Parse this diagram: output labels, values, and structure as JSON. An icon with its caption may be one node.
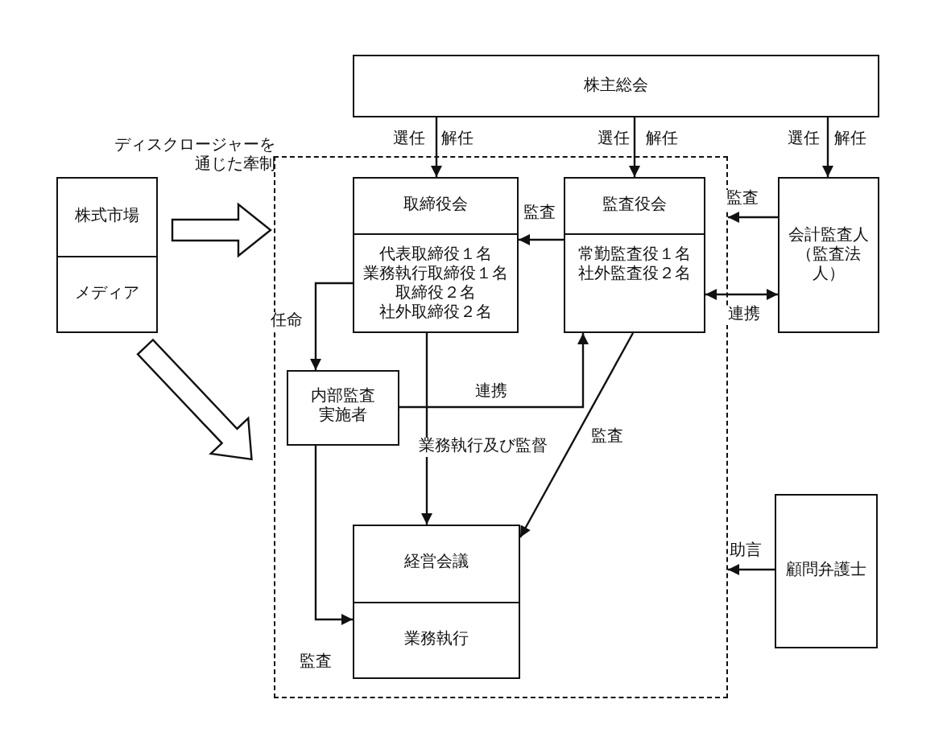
{
  "diagram": {
    "nodes": [
      {
        "text": [
          "株主総会"
        ]
      },
      {
        "text": [],
        "shape": "box"
      },
      {
        "text": [
          "株式市場",
          "メディア"
        ]
      },
      {
        "text": [
          "取締役会",
          "代表取締役１名",
          "業務執行取締役１名",
          "取締役２名",
          "社外取締役２名"
        ],
        "in": 1
      },
      {
        "text": [
          "監査役会",
          "常勤監査役１名",
          "社外監査役２名"
        ],
        "in": 1
      },
      {
        "text": [
          "内部監査実施者"
        ],
        "in": 1
      },
      {
        "text": [
          "経営会議",
          "業務執行"
        ],
        "in": 1
      },
      {
        "text": [
          "会計監査人（監査法人）"
        ]
      },
      {
        "text": [
          "顧問弁護士"
        ]
      }
    ],
    "edges": [
      {
        "from": 0,
        "to": 3,
        "arrow": "to"
      },
      {
        "from": 0,
        "to": 4,
        "arrow": "to"
      },
      {
        "from": 0,
        "to": 7,
        "arrow": "to"
      },
      {
        "from": 4,
        "to": 3,
        "arrow": "to",
        "label": "監査"
      },
      {
        "from": 7,
        "to": 1,
        "arrow": "to",
        "label": "監査"
      },
      {
        "from": 4,
        "to": 7,
        "arrow": "both",
        "label": "連携"
      },
      {
        "from": 3,
        "to": 5,
        "arrow": "to",
        "label": "任命"
      },
      {
        "from": 5,
        "to": 4,
        "arrow": "to",
        "label": "連携"
      },
      {
        "from": 3,
        "to": 6,
        "arrow": "to",
        "label": "業務執行及び監督"
      },
      {
        "from": 4,
        "to": 6,
        "arrow": "to",
        "label": "監査"
      },
      {
        "from": 5,
        "to": 6,
        "arrow": "to",
        "label": "監査"
      },
      {
        "from": 8,
        "to": 1,
        "arrow": "to",
        "label": "助言"
      },
      {
        "from": 2,
        "to": 1,
        "arrow": "to",
        "style": "thick",
        "label": "ディスクロージャーを通じた牽制"
      },
      {
        "from": 2,
        "to": 1,
        "arrow": "to",
        "style": "thick"
      }
    ],
    "labels": [
      "選任",
      "解任",
      "選任",
      "解任",
      "選任",
      "解任"
    ]
  }
}
